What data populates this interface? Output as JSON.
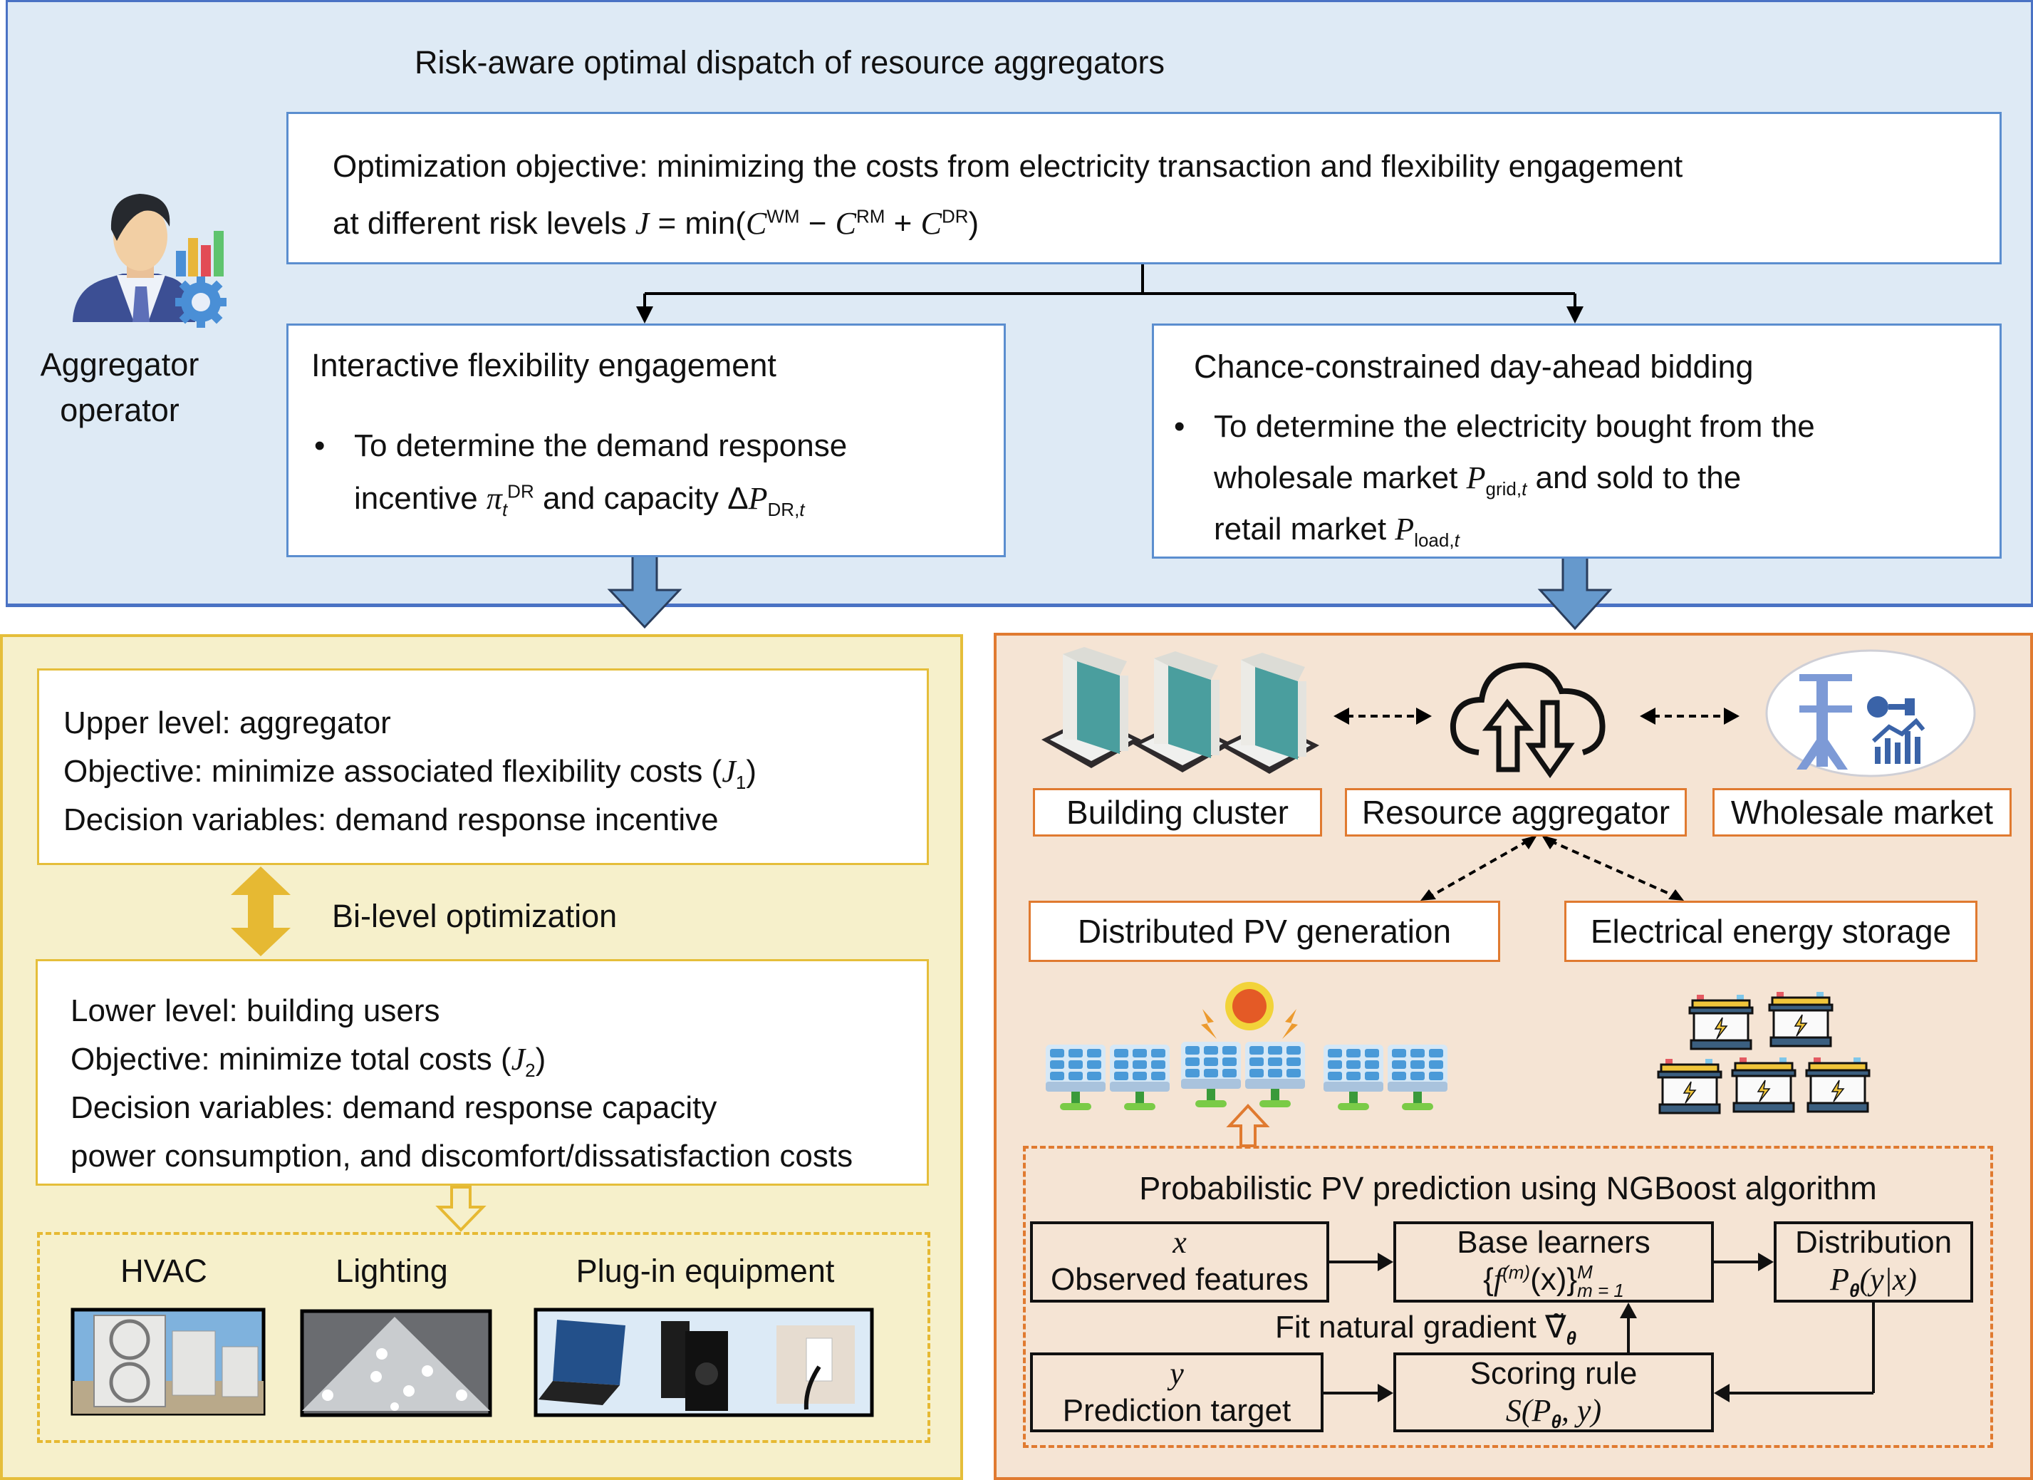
{
  "top": {
    "title": "Risk-aware optimal dispatch of resource aggregators",
    "operator_label_line1": "Aggregator",
    "operator_label_line2": "operator",
    "objective": {
      "line1": "Optimization objective: minimizing the costs from electricity transaction and flexibility engagement",
      "line2_prefix": "at different risk levels ",
      "J": "J",
      "eq": " = min(",
      "C": "C",
      "sup_wm": "WM",
      "minus": " − ",
      "sup_rm": "RM",
      "plus": " + ",
      "sup_dr": "DR",
      "close": ")"
    },
    "flex_box": {
      "title": "Interactive flexibility engagement",
      "bullet": "•",
      "line1": "To determine the demand response",
      "line2_prefix": "incentive ",
      "pi": "π",
      "pi_sub": "t",
      "pi_sup": "DR",
      "line2_mid": " and capacity Δ",
      "P": "P",
      "p_sub": "DR,",
      "p_sub_t": "t"
    },
    "bid_box": {
      "title": "Chance-constrained day-ahead bidding",
      "bullet": "•",
      "line1": "To determine the electricity bought from the",
      "line2_prefix": "wholesale market ",
      "P": "P",
      "grid_sub": "grid,",
      "grid_sub_t": "t",
      "line2_suffix": " and sold to the",
      "line3_prefix": "retail market ",
      "load_sub": "load,",
      "load_sub_t": "t"
    }
  },
  "bilevel": {
    "upper": {
      "line1": "Upper level: aggregator",
      "line2_prefix": "Objective: minimize associated flexibility costs (",
      "J": "J",
      "J_sub": "1",
      "line2_suffix": ")",
      "line3": "Decision variables: demand response incentive"
    },
    "arrow_label": "Bi-level optimization",
    "lower": {
      "line1": "Lower level: building users",
      "line2_prefix": "Objective: minimize total costs (",
      "J": "J",
      "J_sub": "2",
      "line2_suffix": ")",
      "line3": "Decision variables: demand response capacity",
      "line4": "power consumption, and discomfort/dissatisfaction costs"
    },
    "devices": [
      {
        "label": "HVAC"
      },
      {
        "label": "Lighting"
      },
      {
        "label": "Plug-in equipment"
      }
    ]
  },
  "system": {
    "nodes": {
      "building_cluster": "Building cluster",
      "resource_aggregator": "Resource aggregator",
      "wholesale_market": "Wholesale market",
      "pv": "Distributed PV generation",
      "storage": "Electrical energy storage"
    },
    "ngboost": {
      "title": "Probabilistic PV prediction using NGBoost algorithm",
      "x_symbol": "x",
      "x_label": "Observed features",
      "base_title": "Base learners",
      "base_formula_open": "{",
      "base_f": "f",
      "base_m_sup": "(m)",
      "base_arg": "(x)",
      "base_close": "}",
      "base_upper": "M",
      "base_lower": "m = 1",
      "dist_title": "Distribution",
      "dist_P": "P",
      "dist_theta": "θ",
      "dist_arg": "(y|x)",
      "gradient_label": "Fit natural gradient ",
      "gradient_symbol": "∇̃",
      "gradient_theta": "θ",
      "y_symbol": "y",
      "y_label": "Prediction target",
      "score_title": "Scoring rule",
      "score_S": "S(",
      "score_P": "P",
      "score_theta": "θ",
      "score_rest": ", y)"
    }
  },
  "colors": {
    "top_bg": "#deeaf5",
    "top_border": "#4a72c4",
    "blue_arrow": "#6699cc",
    "yellow_bg": "#f6f0cb",
    "yellow_border": "#e5be3a",
    "orange_bg": "#f5e4d4",
    "orange_border": "#e07a30"
  }
}
